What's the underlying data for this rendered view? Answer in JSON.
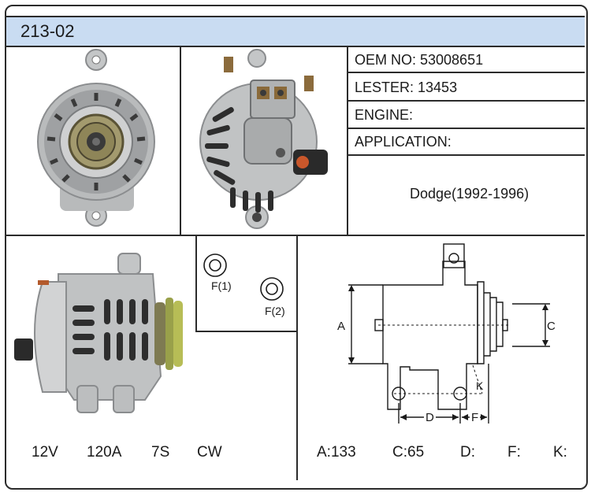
{
  "header": {
    "part_number": "213-02"
  },
  "specs": {
    "oem": "OEM NO: 53008651",
    "lester": "LESTER: 13453",
    "engine": "ENGINE:",
    "application": "APPLICATION:",
    "vehicle": "Dodge(1992-1996)"
  },
  "ratings": {
    "voltage": "12V",
    "amperage": "120A",
    "pulley": "7S",
    "rotation": "CW"
  },
  "terminals": {
    "f1": "F(1)",
    "f2": "F(2)"
  },
  "diagram": {
    "a": "A",
    "c": "C",
    "d": "D",
    "f": "F",
    "k": "K"
  },
  "dimensions": {
    "a": "A:133",
    "c": "C:65",
    "d": "D:",
    "f": "F:",
    "k": "K:"
  }
}
